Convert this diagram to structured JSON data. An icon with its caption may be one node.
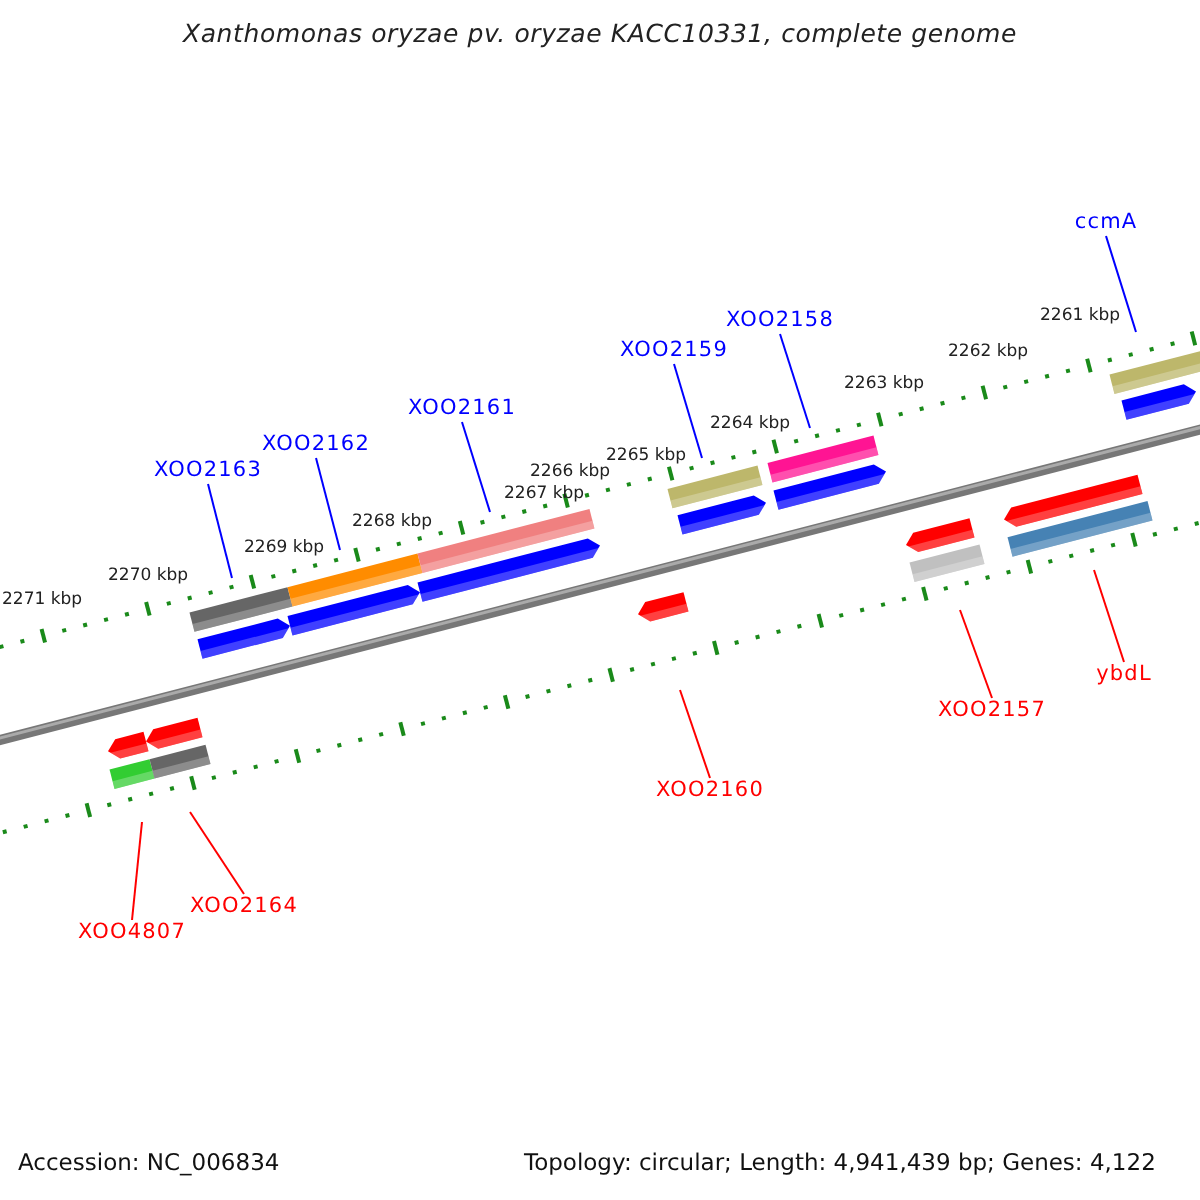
{
  "diagram": {
    "title": "Xanthomonas oryzae pv. oryzae KACC10331, complete genome",
    "nodes": [
      {
        "text": [
          "ccmA"
        ]
      },
      {
        "text": [
          "XOO2158"
        ]
      },
      {
        "text": [
          "XOO2159"
        ]
      },
      {
        "text": [
          "XOO2161"
        ]
      },
      {
        "text": [
          "XOO2162"
        ]
      },
      {
        "text": [
          "XOO2163"
        ]
      },
      {
        "text": [
          "ybdL"
        ]
      },
      {
        "text": [
          "XOO2157"
        ]
      },
      {
        "text": [
          "XOO2160"
        ]
      },
      {
        "text": [
          "XOO2164"
        ]
      },
      {
        "text": [
          "XOO4807"
        ]
      }
    ],
    "edges": [
      {
        "from": 0,
        "to": null,
        "arrow": "none"
      },
      {
        "from": 1,
        "to": null,
        "arrow": "none"
      },
      {
        "from": 2,
        "to": null,
        "arrow": "none"
      },
      {
        "from": 3,
        "to": null,
        "arrow": "none"
      },
      {
        "from": 4,
        "to": null,
        "arrow": "none"
      },
      {
        "from": 5,
        "to": null,
        "arrow": "none"
      },
      {
        "from": 6,
        "to": null,
        "arrow": "none",
        "color": "#ff0000"
      },
      {
        "from": 7,
        "to": null,
        "arrow": "none",
        "color": "#ff0000"
      },
      {
        "from": 8,
        "to": null,
        "arrow": "none",
        "color": "#ff0000"
      },
      {
        "from": 9,
        "to": null,
        "arrow": "none",
        "color": "#ff0000"
      },
      {
        "from": 10,
        "to": null,
        "arrow": "none",
        "color": "#ff0000"
      }
    ],
    "labels": [
      "2271 kbp",
      "2270 kbp",
      "2269 kbp",
      "2268 kbp",
      "2267 kbp",
      "2266 kbp",
      "2265 kbp",
      "2264 kbp",
      "2263 kbp",
      "2262 kbp",
      "2261 kbp",
      "Accession: NC_006834",
      "Topology: circular; Length: 4,941,439 bp; Genes: 4,122"
    ]
  }
}
